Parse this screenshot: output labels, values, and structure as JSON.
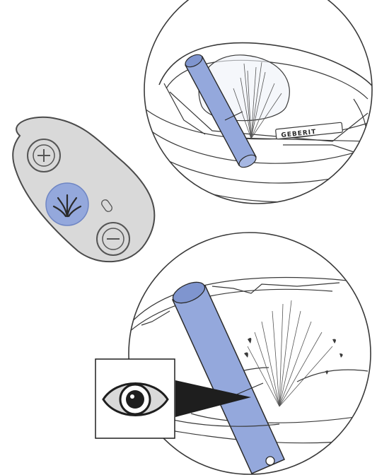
{
  "brand": {
    "logo_text": "GEBERIT"
  },
  "colors": {
    "accent_blue": "#94a8dc",
    "accent_blue_dark": "#6f86c4",
    "panel_gray": "#d9d9d9",
    "panel_edge": "#4a4a4a",
    "line": "#3a3a3a",
    "callout": "#1e1e1e"
  },
  "remote": {
    "buttons": [
      {
        "name": "plus-button",
        "icon": "plus-icon"
      },
      {
        "name": "spray-button",
        "icon": "spray-icon",
        "active": true
      },
      {
        "name": "minus-button",
        "icon": "minus-icon"
      }
    ],
    "indicator": "status-led"
  },
  "views": [
    {
      "name": "top-detail-view",
      "content": "spray-arm-extended-under-seat"
    },
    {
      "name": "bottom-detail-view",
      "content": "spray-arm-closeup-with-water-jet"
    }
  ],
  "callout": {
    "icon": "eye-icon"
  }
}
